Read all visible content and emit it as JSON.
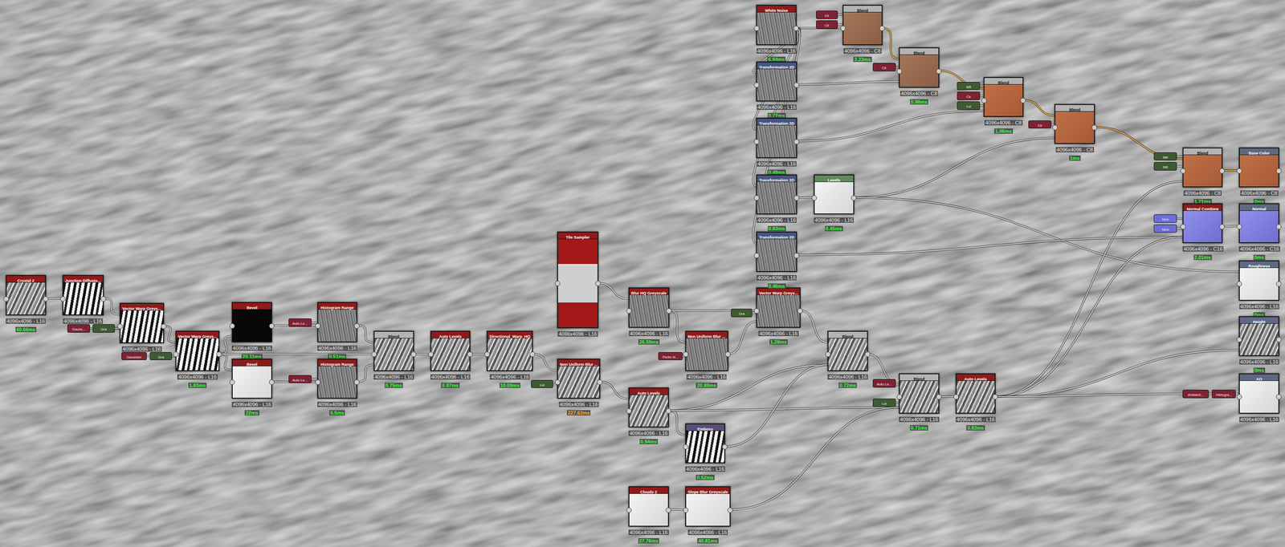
{
  "diagram": {
    "nodes": [
      {
        "text": [
          "Crystal 2",
          "4096x4096 - L16",
          "40.66ms"
        ]
      },
      {
        "text": [
          "Junction Diffusio...",
          "4096x4096 - L16"
        ]
      },
      {
        "text": [
          "Gauss..."
        ]
      },
      {
        "text": [
          "Gra"
        ]
      },
      {
        "text": [
          "Vector Warp Greys...",
          "4096x4096 - L16"
        ]
      },
      {
        "text": [
          "Gaussian"
        ]
      },
      {
        "text": [
          "Gra"
        ]
      },
      {
        "text": [
          "Vector Warp Greys...",
          "4096x4096 - L16",
          "1.83ms"
        ]
      },
      {
        "text": [
          "Bevel",
          "4096x4096 - L16",
          "20.11ms"
        ]
      },
      {
        "text": [
          "Bevel",
          "4096x4096 - L16",
          "22ms"
        ]
      },
      {
        "text": [
          "Auto Le..."
        ]
      },
      {
        "text": [
          "Auto Le..."
        ]
      },
      {
        "text": [
          "Histogram Range",
          "4096x4096 - L16",
          "0.51ms"
        ]
      },
      {
        "text": [
          "Histogram Range",
          "4096x4096 - L16",
          "0.5ms"
        ]
      },
      {
        "text": [
          "Blend",
          "4096x4096 - L16",
          "0.75ms"
        ]
      },
      {
        "text": [
          "Auto Levels",
          "4096x4096 - L16",
          "0.97ms"
        ]
      },
      {
        "text": [
          "Directional_Warp_HQ",
          "4096x4096 - L16",
          "10.09ms"
        ]
      },
      {
        "text": [
          "Lvl"
        ]
      },
      {
        "text": [
          "Tile Sampler",
          "4096x4096 - L16"
        ]
      },
      {
        "text": [
          "Non Uniform Blur ...",
          "4096x4096 - L16",
          "227.62ms"
        ]
      },
      {
        "text": [
          "Blur HQ Greyscale",
          "4096x4096 - L16",
          "26.59ms"
        ]
      },
      {
        "text": [
          "Perlin N..."
        ]
      },
      {
        "text": [
          "Non Uniform Blur ...",
          "4096x4096 - L16",
          "20.89ms"
        ]
      },
      {
        "text": [
          "Gra"
        ]
      },
      {
        "text": [
          "Vector Warp Greys...",
          "4096x4096 - L16",
          "1.28ms"
        ]
      },
      {
        "text": [
          "Auto Levels",
          "4096x4096 - L16",
          "0.94ms"
        ]
      },
      {
        "text": [
          "Emboss",
          "4096x4096 - L16",
          "0.52ms"
        ]
      },
      {
        "text": [
          "Clouds 2",
          "4096x4096 - L16",
          "27.76ms"
        ]
      },
      {
        "text": [
          "Slope Blur Greyscale",
          "4096x4096 - L16",
          "40.81ms"
        ]
      },
      {
        "text": [
          "Blend",
          "4096x4096 - L16",
          "0.72ms"
        ]
      },
      {
        "text": [
          "Auto Le..."
        ]
      },
      {
        "text": [
          "Lvl"
        ]
      },
      {
        "text": [
          "Blend",
          "4096x4096 - L16",
          "0.71ms"
        ]
      },
      {
        "text": [
          "Auto Levels",
          "4096x4096 - L16",
          "0.92ms"
        ]
      },
      {
        "text": [
          "White Noise",
          "4096x4096 - L16",
          "6.94ms"
        ]
      },
      {
        "text": [
          "Clr"
        ]
      },
      {
        "text": [
          "Clr"
        ]
      },
      {
        "text": [
          "Blend",
          "4096x4096 - C8",
          "3.23ms"
        ]
      },
      {
        "text": [
          "Transformation 2D",
          "4096x4096 - L16",
          "0.77ms"
        ]
      },
      {
        "text": [
          "Clr"
        ]
      },
      {
        "text": [
          "Blend",
          "4096x4096 - C8",
          "0.98ms"
        ]
      },
      {
        "text": [
          "Transformation 2D",
          "4096x4096 - L16",
          "0.49ms"
        ]
      },
      {
        "text": [
          "Mlt"
        ]
      },
      {
        "text": [
          "Clr"
        ]
      },
      {
        "text": [
          "Lvl"
        ]
      },
      {
        "text": [
          "Blend",
          "4096x4096 - C8",
          "1.06ms"
        ]
      },
      {
        "text": [
          "Transformation 2D",
          "4096x4096 - L16",
          "0.83ms"
        ]
      },
      {
        "text": [
          "Levels",
          "4096x4096 - L16",
          "0.45ms"
        ]
      },
      {
        "text": [
          "Clr"
        ]
      },
      {
        "text": [
          "Blend",
          "4096x4096 - C8",
          "1ms"
        ]
      },
      {
        "text": [
          "Transformation 2D",
          "4096x4096 - L16",
          "0.46ms"
        ]
      },
      {
        "text": [
          "Mlt"
        ]
      },
      {
        "text": [
          "Mlt"
        ]
      },
      {
        "text": [
          "Blend",
          "4096x4096 - C8",
          "1.71ms"
        ]
      },
      {
        "text": [
          "Base Color",
          "4096x4096 - C8",
          "0ms"
        ]
      },
      {
        "text": [
          "Nrm"
        ]
      },
      {
        "text": [
          "Nrm"
        ]
      },
      {
        "text": [
          "Normal Combine",
          "4096x4096 - C16",
          "2.01ms"
        ]
      },
      {
        "text": [
          "Normal",
          "4096x4096 - C16",
          "0ms"
        ]
      },
      {
        "text": [
          "Roughness",
          "4096x4096 - L16",
          "0ms"
        ]
      },
      {
        "text": [
          "Height",
          "4096x4096 - L16",
          "0ms"
        ]
      },
      {
        "text": [
          "Ambient..."
        ]
      },
      {
        "text": [
          "Histogra..."
        ]
      },
      {
        "text": [
          "AO",
          "4096x4096 - L16"
        ]
      }
    ],
    "edges": [
      {
        "from": 0,
        "to": 1,
        "arrow": "none"
      },
      {
        "from": 1,
        "to": 4,
        "arrow": "none"
      },
      {
        "from": 2,
        "to": 4,
        "arrow": "none"
      },
      {
        "from": 3,
        "to": 4,
        "arrow": "none"
      },
      {
        "from": 4,
        "to": 7,
        "arrow": "none"
      },
      {
        "from": 5,
        "to": 7,
        "arrow": "none"
      },
      {
        "from": 6,
        "to": 7,
        "arrow": "none"
      },
      {
        "from": 7,
        "to": 8,
        "arrow": "none"
      },
      {
        "from": 7,
        "to": 9,
        "arrow": "none"
      },
      {
        "from": 7,
        "to": 14,
        "arrow": "none"
      },
      {
        "from": 8,
        "to": 12,
        "arrow": "none"
      },
      {
        "from": 9,
        "to": 13,
        "arrow": "none"
      },
      {
        "from": 10,
        "to": 12,
        "arrow": "none"
      },
      {
        "from": 11,
        "to": 13,
        "arrow": "none"
      },
      {
        "from": 12,
        "to": 14,
        "arrow": "none"
      },
      {
        "from": 13,
        "to": 14,
        "arrow": "none"
      },
      {
        "from": 14,
        "to": 15,
        "arrow": "none"
      },
      {
        "from": 15,
        "to": 16,
        "arrow": "none"
      },
      {
        "from": 16,
        "to": 19,
        "arrow": "none"
      },
      {
        "from": 17,
        "to": 19,
        "arrow": "none"
      },
      {
        "from": 18,
        "to": 20,
        "arrow": "none"
      },
      {
        "from": 19,
        "to": 25,
        "arrow": "none"
      },
      {
        "from": 20,
        "to": 22,
        "arrow": "none"
      },
      {
        "from": 20,
        "to": 24,
        "arrow": "none"
      },
      {
        "from": 21,
        "to": 22,
        "arrow": "none"
      },
      {
        "from": 22,
        "to": 24,
        "arrow": "none"
      },
      {
        "from": 23,
        "to": 24,
        "arrow": "none"
      },
      {
        "from": 24,
        "to": 29,
        "arrow": "none"
      },
      {
        "from": 25,
        "to": 26,
        "arrow": "none"
      },
      {
        "from": 25,
        "to": 29,
        "arrow": "none"
      },
      {
        "from": 25,
        "to": 32,
        "arrow": "none"
      },
      {
        "from": 26,
        "to": 29,
        "arrow": "none"
      },
      {
        "from": 27,
        "to": 28,
        "arrow": "none"
      },
      {
        "from": 28,
        "to": 32,
        "arrow": "none"
      },
      {
        "from": 29,
        "to": 32,
        "arrow": "none"
      },
      {
        "from": 30,
        "to": 32,
        "arrow": "none"
      },
      {
        "from": 31,
        "to": 32,
        "arrow": "none"
      },
      {
        "from": 32,
        "to": 33,
        "arrow": "none"
      },
      {
        "from": 34,
        "to": 37,
        "arrow": "none"
      },
      {
        "from": 35,
        "to": 37,
        "arrow": "none"
      },
      {
        "from": 36,
        "to": 37,
        "arrow": "none"
      },
      {
        "from": 34,
        "to": 38,
        "arrow": "none"
      },
      {
        "from": 34,
        "to": 41,
        "arrow": "none"
      },
      {
        "from": 34,
        "to": 46,
        "arrow": "none"
      },
      {
        "from": 34,
        "to": 50,
        "arrow": "none"
      },
      {
        "from": 37,
        "to": 40,
        "arrow": "none"
      },
      {
        "from": 38,
        "to": 40,
        "arrow": "none"
      },
      {
        "from": 39,
        "to": 40,
        "arrow": "none"
      },
      {
        "from": 40,
        "to": 45,
        "arrow": "none"
      },
      {
        "from": 41,
        "to": 45,
        "arrow": "none"
      },
      {
        "from": 42,
        "to": 45,
        "arrow": "none"
      },
      {
        "from": 43,
        "to": 45,
        "arrow": "none"
      },
      {
        "from": 44,
        "to": 45,
        "arrow": "none"
      },
      {
        "from": 45,
        "to": 49,
        "arrow": "none"
      },
      {
        "from": 46,
        "to": 47,
        "arrow": "none"
      },
      {
        "from": 47,
        "to": 49,
        "arrow": "none"
      },
      {
        "from": 48,
        "to": 49,
        "arrow": "none"
      },
      {
        "from": 47,
        "to": 59,
        "arrow": "none"
      },
      {
        "from": 49,
        "to": 53,
        "arrow": "none"
      },
      {
        "from": 51,
        "to": 53,
        "arrow": "none"
      },
      {
        "from": 52,
        "to": 53,
        "arrow": "none"
      },
      {
        "from": 33,
        "to": 53,
        "arrow": "none"
      },
      {
        "from": 53,
        "to": 54,
        "arrow": "none"
      },
      {
        "from": 50,
        "to": 57,
        "arrow": "none"
      },
      {
        "from": 55,
        "to": 57,
        "arrow": "none"
      },
      {
        "from": 56,
        "to": 57,
        "arrow": "none"
      },
      {
        "from": 33,
        "to": 57,
        "arrow": "none"
      },
      {
        "from": 57,
        "to": 58,
        "arrow": "none"
      },
      {
        "from": 33,
        "to": 60,
        "arrow": "none"
      },
      {
        "from": 33,
        "to": 61,
        "arrow": "none"
      },
      {
        "from": 61,
        "to": 62,
        "arrow": "none"
      },
      {
        "from": 62,
        "to": 63,
        "arrow": "none"
      }
    ]
  }
}
